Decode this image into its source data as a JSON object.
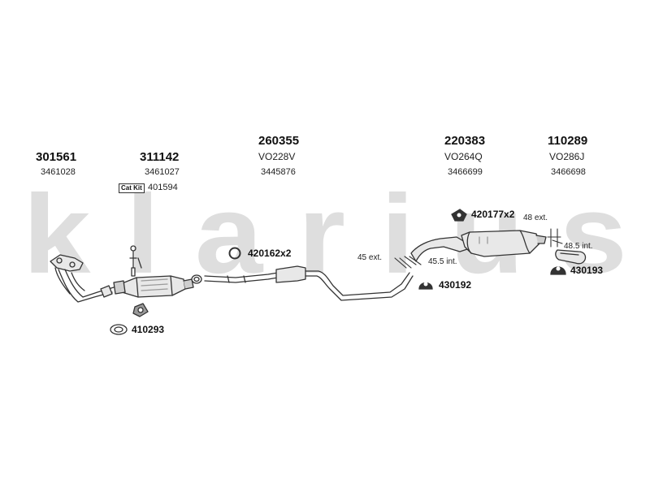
{
  "brand_watermark": "klarius",
  "colors": {
    "watermark": "#dedede",
    "line": "#333333",
    "fill_light": "#e8e8e8",
    "fill_dark": "#9a9a9a"
  },
  "parts": [
    {
      "number": "301561",
      "oe": "3461028"
    },
    {
      "number": "311142",
      "oe": "3461027",
      "kit_badge": "Cat Kit",
      "kit_number": "401594"
    },
    {
      "number": "260355",
      "code": "VO228V",
      "oe": "3445876"
    },
    {
      "number": "220383",
      "code": "VO264Q",
      "oe": "3466699"
    },
    {
      "number": "110289",
      "code": "VO286J",
      "oe": "3466698"
    }
  ],
  "accessories": [
    {
      "number": "410293",
      "icon": "gasket-ring-icon"
    },
    {
      "number": "420162x2",
      "icon": "o-ring-icon"
    },
    {
      "number": "420177x2",
      "icon": "rubber-mount-icon"
    },
    {
      "number": "430192",
      "icon": "rubber-hanger-icon"
    },
    {
      "number": "430193",
      "icon": "rubber-hanger-icon"
    }
  ],
  "dimensions": [
    {
      "label": "45 ext."
    },
    {
      "label": "45.5 int."
    },
    {
      "label": "48 ext."
    },
    {
      "label": "48.5 int."
    }
  ]
}
